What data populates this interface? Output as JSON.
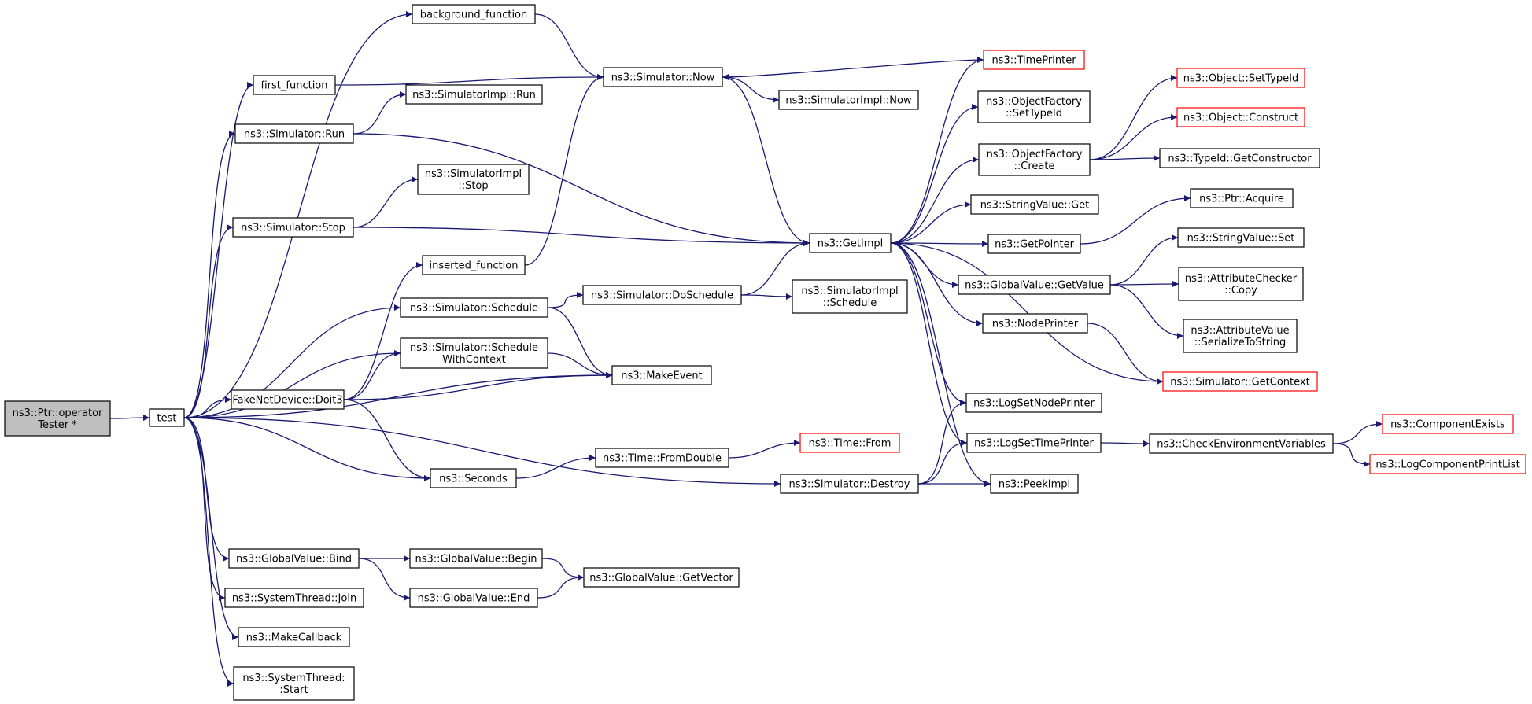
{
  "nodes": {
    "root": {
      "lines": [
        "ns3::Ptr::operator",
        "Tester *"
      ],
      "style": "root"
    },
    "test": {
      "lines": [
        "test"
      ],
      "style": "normal"
    },
    "background_function": {
      "lines": [
        "background_function"
      ],
      "style": "normal"
    },
    "first_function": {
      "lines": [
        "first_function"
      ],
      "style": "normal"
    },
    "simimpl_run": {
      "lines": [
        "ns3::SimulatorImpl::Run"
      ],
      "style": "normal"
    },
    "sim_run": {
      "lines": [
        "ns3::Simulator::Run"
      ],
      "style": "normal"
    },
    "simimpl_stop": {
      "lines": [
        "ns3::SimulatorImpl",
        "::Stop"
      ],
      "style": "normal"
    },
    "sim_stop": {
      "lines": [
        "ns3::Simulator::Stop"
      ],
      "style": "normal"
    },
    "inserted_function": {
      "lines": [
        "inserted_function"
      ],
      "style": "normal"
    },
    "sim_schedule": {
      "lines": [
        "ns3::Simulator::Schedule"
      ],
      "style": "normal"
    },
    "sim_schedule_ctx": {
      "lines": [
        "ns3::Simulator::Schedule",
        "WithContext"
      ],
      "style": "normal"
    },
    "fake_doit3": {
      "lines": [
        "FakeNetDevice::Doit3"
      ],
      "style": "normal"
    },
    "seconds": {
      "lines": [
        "ns3::Seconds"
      ],
      "style": "normal"
    },
    "gv_bind": {
      "lines": [
        "ns3::GlobalValue::Bind"
      ],
      "style": "normal"
    },
    "st_join": {
      "lines": [
        "ns3::SystemThread::Join"
      ],
      "style": "normal"
    },
    "make_callback": {
      "lines": [
        "ns3::MakeCallback"
      ],
      "style": "normal"
    },
    "st_start": {
      "lines": [
        "ns3::SystemThread:",
        ":Start"
      ],
      "style": "normal"
    },
    "sim_now": {
      "lines": [
        "ns3::Simulator::Now"
      ],
      "style": "normal"
    },
    "simimpl_now": {
      "lines": [
        "ns3::SimulatorImpl::Now"
      ],
      "style": "normal"
    },
    "sim_doschedule": {
      "lines": [
        "ns3::Simulator::DoSchedule"
      ],
      "style": "normal"
    },
    "simimpl_schedule": {
      "lines": [
        "ns3::SimulatorImpl",
        "::Schedule"
      ],
      "style": "normal"
    },
    "make_event": {
      "lines": [
        "ns3::MakeEvent"
      ],
      "style": "normal"
    },
    "time_fromdouble": {
      "lines": [
        "ns3::Time::FromDouble"
      ],
      "style": "normal"
    },
    "time_from": {
      "lines": [
        "ns3::Time::From"
      ],
      "style": "red"
    },
    "sim_destroy": {
      "lines": [
        "ns3::Simulator::Destroy"
      ],
      "style": "normal"
    },
    "gv_begin": {
      "lines": [
        "ns3::GlobalValue::Begin"
      ],
      "style": "normal"
    },
    "gv_end": {
      "lines": [
        "ns3::GlobalValue::End"
      ],
      "style": "normal"
    },
    "gv_getvector": {
      "lines": [
        "ns3::GlobalValue::GetVector"
      ],
      "style": "normal"
    },
    "getimpl": {
      "lines": [
        "ns3::GetImpl"
      ],
      "style": "normal"
    },
    "timeprinter": {
      "lines": [
        "ns3::TimePrinter"
      ],
      "style": "red"
    },
    "of_settypeid": {
      "lines": [
        "ns3::ObjectFactory",
        "::SetTypeId"
      ],
      "style": "normal"
    },
    "of_create": {
      "lines": [
        "ns3::ObjectFactory",
        "::Create"
      ],
      "style": "normal"
    },
    "stringvalue_get": {
      "lines": [
        "ns3::StringValue::Get"
      ],
      "style": "normal"
    },
    "getpointer": {
      "lines": [
        "ns3::GetPointer"
      ],
      "style": "normal"
    },
    "gv_getvalue": {
      "lines": [
        "ns3::GlobalValue::GetValue"
      ],
      "style": "normal"
    },
    "nodeprinter": {
      "lines": [
        "ns3::NodePrinter"
      ],
      "style": "normal"
    },
    "logsetnodeprinter": {
      "lines": [
        "ns3::LogSetNodePrinter"
      ],
      "style": "normal"
    },
    "logsettimeprinter": {
      "lines": [
        "ns3::LogSetTimePrinter"
      ],
      "style": "normal"
    },
    "peekimpl": {
      "lines": [
        "ns3::PeekImpl"
      ],
      "style": "normal"
    },
    "obj_settypeid": {
      "lines": [
        "ns3::Object::SetTypeId"
      ],
      "style": "red"
    },
    "obj_construct": {
      "lines": [
        "ns3::Object::Construct"
      ],
      "style": "red"
    },
    "typeid_getconstructor": {
      "lines": [
        "ns3::TypeId::GetConstructor"
      ],
      "style": "normal"
    },
    "ptr_acquire": {
      "lines": [
        "ns3::Ptr::Acquire"
      ],
      "style": "normal"
    },
    "stringvalue_set": {
      "lines": [
        "ns3::StringValue::Set"
      ],
      "style": "normal"
    },
    "attrchecker_copy": {
      "lines": [
        "ns3::AttributeChecker",
        "::Copy"
      ],
      "style": "normal"
    },
    "attrvalue_serialize": {
      "lines": [
        "ns3::AttributeValue",
        "::SerializeToString"
      ],
      "style": "normal"
    },
    "sim_getcontext": {
      "lines": [
        "ns3::Simulator::GetContext"
      ],
      "style": "red"
    },
    "checkenv": {
      "lines": [
        "ns3::CheckEnvironmentVariables"
      ],
      "style": "normal"
    },
    "componentexists": {
      "lines": [
        "ns3::ComponentExists"
      ],
      "style": "red"
    },
    "logcomponentprintlist": {
      "lines": [
        "ns3::LogComponentPrintList"
      ],
      "style": "red"
    }
  },
  "edges": [
    [
      "root",
      "test"
    ],
    [
      "test",
      "background_function"
    ],
    [
      "test",
      "first_function"
    ],
    [
      "test",
      "sim_run"
    ],
    [
      "test",
      "sim_stop"
    ],
    [
      "test",
      "sim_schedule"
    ],
    [
      "test",
      "sim_schedule_ctx"
    ],
    [
      "test",
      "fake_doit3"
    ],
    [
      "test",
      "make_event"
    ],
    [
      "test",
      "seconds"
    ],
    [
      "test",
      "sim_destroy"
    ],
    [
      "test",
      "gv_bind"
    ],
    [
      "test",
      "st_join"
    ],
    [
      "test",
      "make_callback"
    ],
    [
      "test",
      "st_start"
    ],
    [
      "background_function",
      "sim_now"
    ],
    [
      "first_function",
      "sim_now"
    ],
    [
      "sim_run",
      "simimpl_run"
    ],
    [
      "sim_run",
      "getimpl"
    ],
    [
      "sim_stop",
      "simimpl_stop"
    ],
    [
      "sim_stop",
      "getimpl"
    ],
    [
      "inserted_function",
      "sim_now"
    ],
    [
      "sim_schedule",
      "sim_doschedule"
    ],
    [
      "sim_schedule",
      "make_event"
    ],
    [
      "sim_schedule_ctx",
      "make_event"
    ],
    [
      "fake_doit3",
      "inserted_function"
    ],
    [
      "fake_doit3",
      "sim_schedule_ctx"
    ],
    [
      "fake_doit3",
      "make_event"
    ],
    [
      "fake_doit3",
      "seconds"
    ],
    [
      "seconds",
      "time_fromdouble"
    ],
    [
      "time_fromdouble",
      "time_from"
    ],
    [
      "gv_bind",
      "gv_begin"
    ],
    [
      "gv_bind",
      "gv_end"
    ],
    [
      "gv_begin",
      "gv_getvector"
    ],
    [
      "gv_end",
      "gv_getvector"
    ],
    [
      "sim_now",
      "simimpl_now"
    ],
    [
      "sim_now",
      "getimpl"
    ],
    [
      "timeprinter",
      "sim_now"
    ],
    [
      "sim_doschedule",
      "getimpl"
    ],
    [
      "sim_doschedule",
      "simimpl_schedule"
    ],
    [
      "sim_destroy",
      "logsetnodeprinter"
    ],
    [
      "sim_destroy",
      "logsettimeprinter"
    ],
    [
      "sim_destroy",
      "peekimpl"
    ],
    [
      "getimpl",
      "timeprinter"
    ],
    [
      "getimpl",
      "of_settypeid"
    ],
    [
      "getimpl",
      "of_create"
    ],
    [
      "getimpl",
      "stringvalue_get"
    ],
    [
      "getimpl",
      "getpointer"
    ],
    [
      "getimpl",
      "gv_getvalue"
    ],
    [
      "getimpl",
      "nodeprinter"
    ],
    [
      "getimpl",
      "sim_getcontext"
    ],
    [
      "getimpl",
      "logsetnodeprinter"
    ],
    [
      "getimpl",
      "logsettimeprinter"
    ],
    [
      "getimpl",
      "peekimpl"
    ],
    [
      "of_create",
      "obj_settypeid"
    ],
    [
      "of_create",
      "obj_construct"
    ],
    [
      "of_create",
      "typeid_getconstructor"
    ],
    [
      "getpointer",
      "ptr_acquire"
    ],
    [
      "gv_getvalue",
      "stringvalue_set"
    ],
    [
      "gv_getvalue",
      "attrchecker_copy"
    ],
    [
      "gv_getvalue",
      "attrvalue_serialize"
    ],
    [
      "nodeprinter",
      "sim_getcontext"
    ],
    [
      "logsettimeprinter",
      "checkenv"
    ],
    [
      "checkenv",
      "componentexists"
    ],
    [
      "checkenv",
      "logcomponentprintlist"
    ]
  ]
}
